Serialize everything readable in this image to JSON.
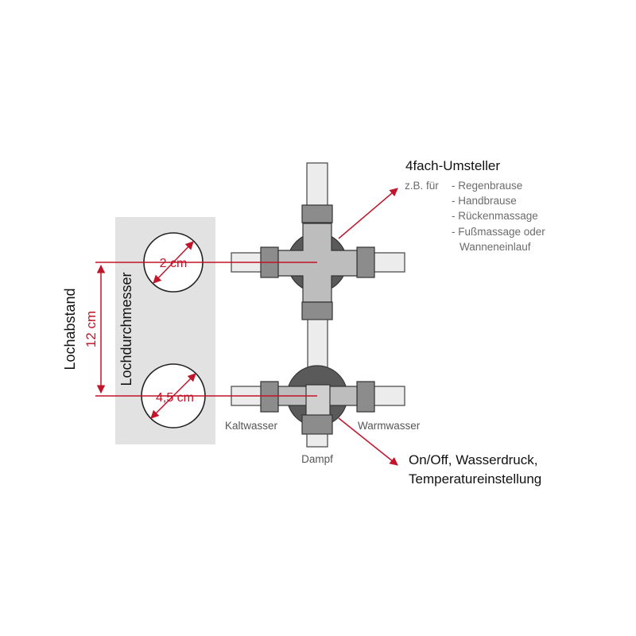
{
  "dimensions": {
    "hole_top": "2 cm",
    "hole_bottom": "4,5 cm",
    "distance_value": "12 cm",
    "distance_label": "Lochabstand",
    "diameter_label": "Lochdurchmesser"
  },
  "connections": {
    "cold": "Kaltwasser",
    "warm": "Warmwasser",
    "steam": "Dampf"
  },
  "diverter": {
    "title": "4fach-Umsteller",
    "prefix": "z.B. für",
    "items": [
      "- Regenbrause",
      "- Handbrause",
      "- Rückenmassage",
      "- Fußmassage oder",
      "Wanneneinlauf"
    ]
  },
  "controls": {
    "line1": "On/Off, Wasserdruck,",
    "line2": "Temperatureinstellung"
  },
  "colors": {
    "accent_red": "#c0152a",
    "plate_gray": "#e2e2e2",
    "pipe_light": "#ececec",
    "fitting_gray": "#8c8c8c",
    "valve_dark": "#5a5a5a",
    "text_gray": "#6b6b6b"
  }
}
